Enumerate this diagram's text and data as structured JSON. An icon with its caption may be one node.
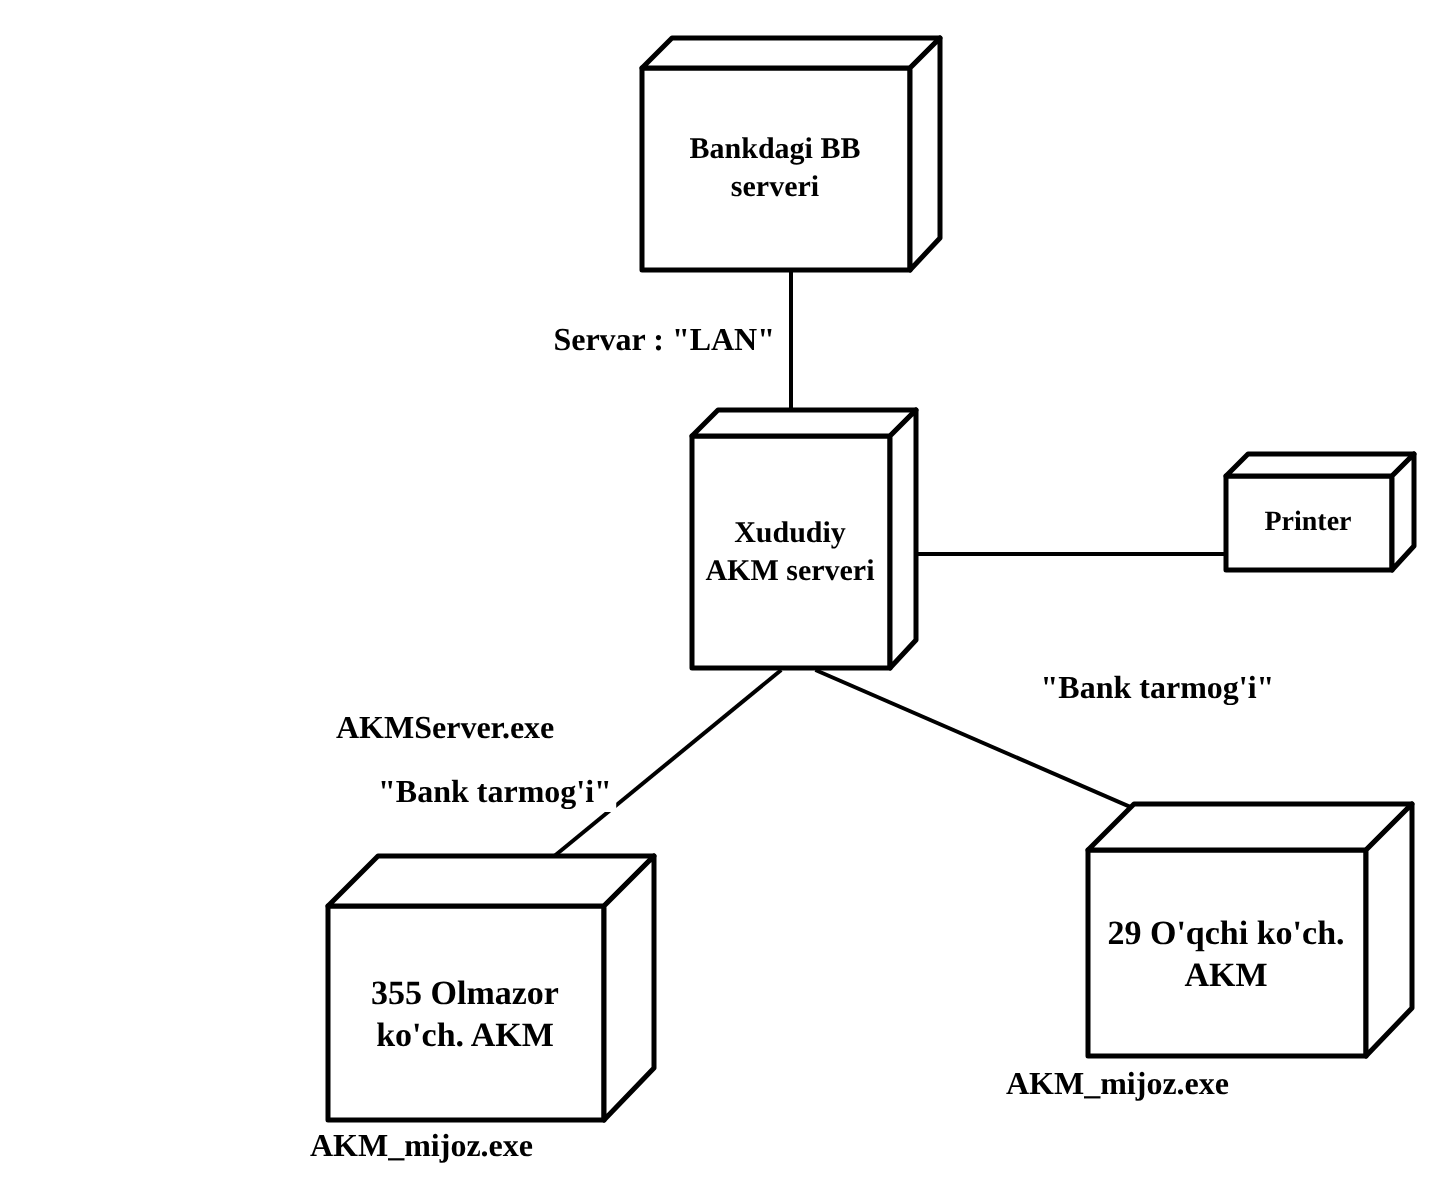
{
  "diagram": {
    "nodes": [
      {
        "text": [
          "Bankdagi BB serveri"
        ]
      },
      {
        "text": [
          "Xududiy AKM serveri"
        ]
      },
      {
        "text": [
          "Printer"
        ]
      },
      {
        "text": [
          "355 Olmazor ko'ch. AKM"
        ],
        "beside": [
          "AKM_mijoz.exe"
        ]
      },
      {
        "text": [
          "29 O'qchi ko'ch. AKM"
        ],
        "beside": [
          "AKM_mijoz.exe"
        ]
      }
    ],
    "edges": [
      {
        "from": 0,
        "to": 1,
        "arrow": "none",
        "label": "Servar : \"LAN\""
      },
      {
        "from": 1,
        "to": 2,
        "arrow": "none"
      },
      {
        "from": 1,
        "to": 3,
        "arrow": "none",
        "label": "\"Bank tarmog'i\""
      },
      {
        "from": 1,
        "to": 4,
        "arrow": "none",
        "label": "\"Bank tarmog'i\""
      }
    ],
    "labels": [
      "AKMServer.exe"
    ]
  }
}
